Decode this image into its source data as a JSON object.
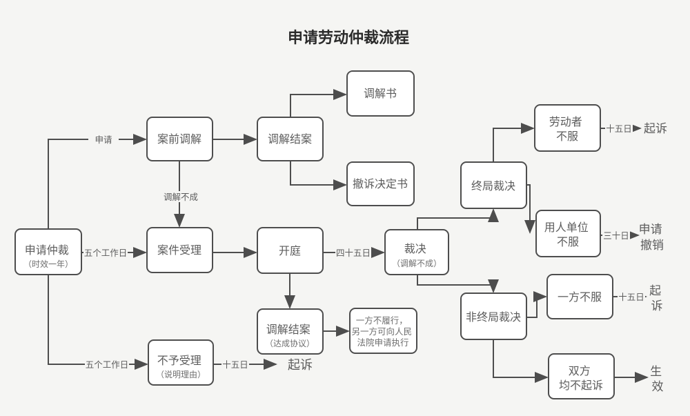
{
  "title": "申请劳动仲裁流程",
  "colors": {
    "background": "#f5f5f3",
    "box_border": "#4d4d4d",
    "box_fill": "#ffffff",
    "line": "#4d4d4d",
    "text": "#5c5c5c",
    "subtext": "#6e6e6e",
    "title_text": "#2b2b2b"
  },
  "nodes": {
    "apply": {
      "line1": "申请仲裁",
      "line2": "（时效一年）"
    },
    "pre_mediation": {
      "label": "案前调解"
    },
    "mediation_close_top": {
      "label": "调解结案"
    },
    "mediation_doc": {
      "label": "调解书"
    },
    "withdraw_doc": {
      "label": "撤诉决定书"
    },
    "case_accept": {
      "label": "案件受理"
    },
    "hearing": {
      "label": "开庭"
    },
    "ruling": {
      "line1": "裁决",
      "line2": "（调解不成）"
    },
    "mediation_close_bottom": {
      "line1": "调解结案",
      "line2": "（达成协议）"
    },
    "enforce": {
      "line1": "一方不履行，",
      "line2": "另一方可向人民",
      "line3": "法院申请执行"
    },
    "reject": {
      "line1": "不予受理",
      "line2": "（说明理由）"
    },
    "final_ruling": {
      "label": "终局裁决"
    },
    "worker_dissent": {
      "line1": "劳动者",
      "line2": "不服"
    },
    "employer_dissent": {
      "line1": "用人单位",
      "line2": "不服"
    },
    "nonfinal_ruling": {
      "label": "非终局裁决"
    },
    "one_party_dissent": {
      "label": "一方不服"
    },
    "both_no_sue": {
      "line1": "双方",
      "line2": "均不起诉"
    }
  },
  "edge_labels": {
    "apply_label": "申请",
    "mediation_fail": "调解不成",
    "five_workdays_mid": "五个工作日",
    "forty_five_days": "四十五日",
    "five_workdays_bottom": "五个工作日",
    "fifteen_days_bottom": "十五日",
    "fifteen_days_topright": "十五日",
    "thirty_days": "三十日",
    "fifteen_days_right": "十五日"
  },
  "endpoints": {
    "sue_bottom": "起诉",
    "sue_topright": "起诉",
    "apply_revoke_line1": "申请",
    "apply_revoke_line2": "撤销",
    "sue_right_line1": "起",
    "sue_right_line2": "诉",
    "effective_line1": "生",
    "effective_line2": "效"
  }
}
